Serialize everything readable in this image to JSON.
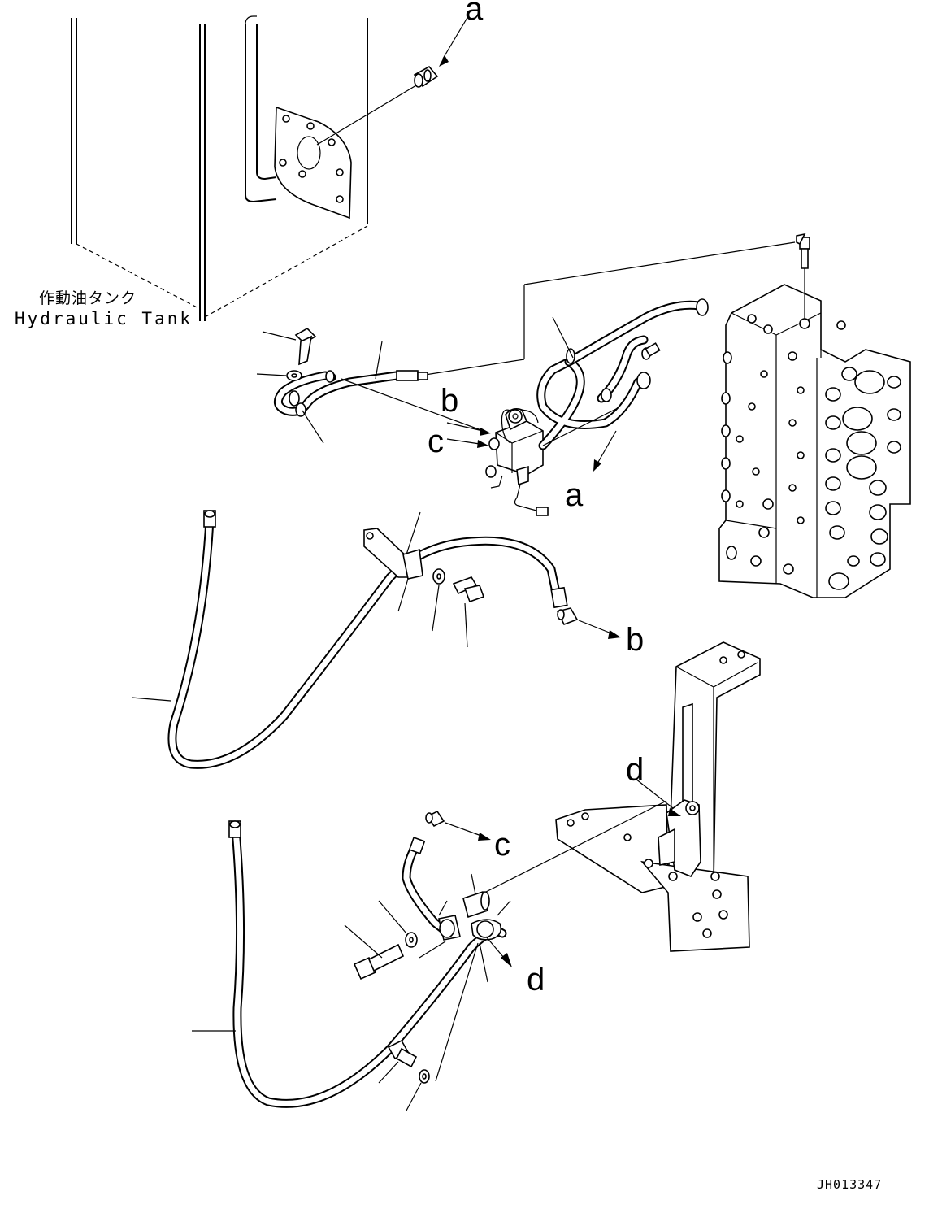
{
  "labels": {
    "tank_ja": "作動油タンク",
    "tank_en": "Hydraulic Tank",
    "drawing_id": "JH013347"
  },
  "callouts": {
    "a": "a",
    "b": "b",
    "c": "c",
    "d": "d"
  }
}
